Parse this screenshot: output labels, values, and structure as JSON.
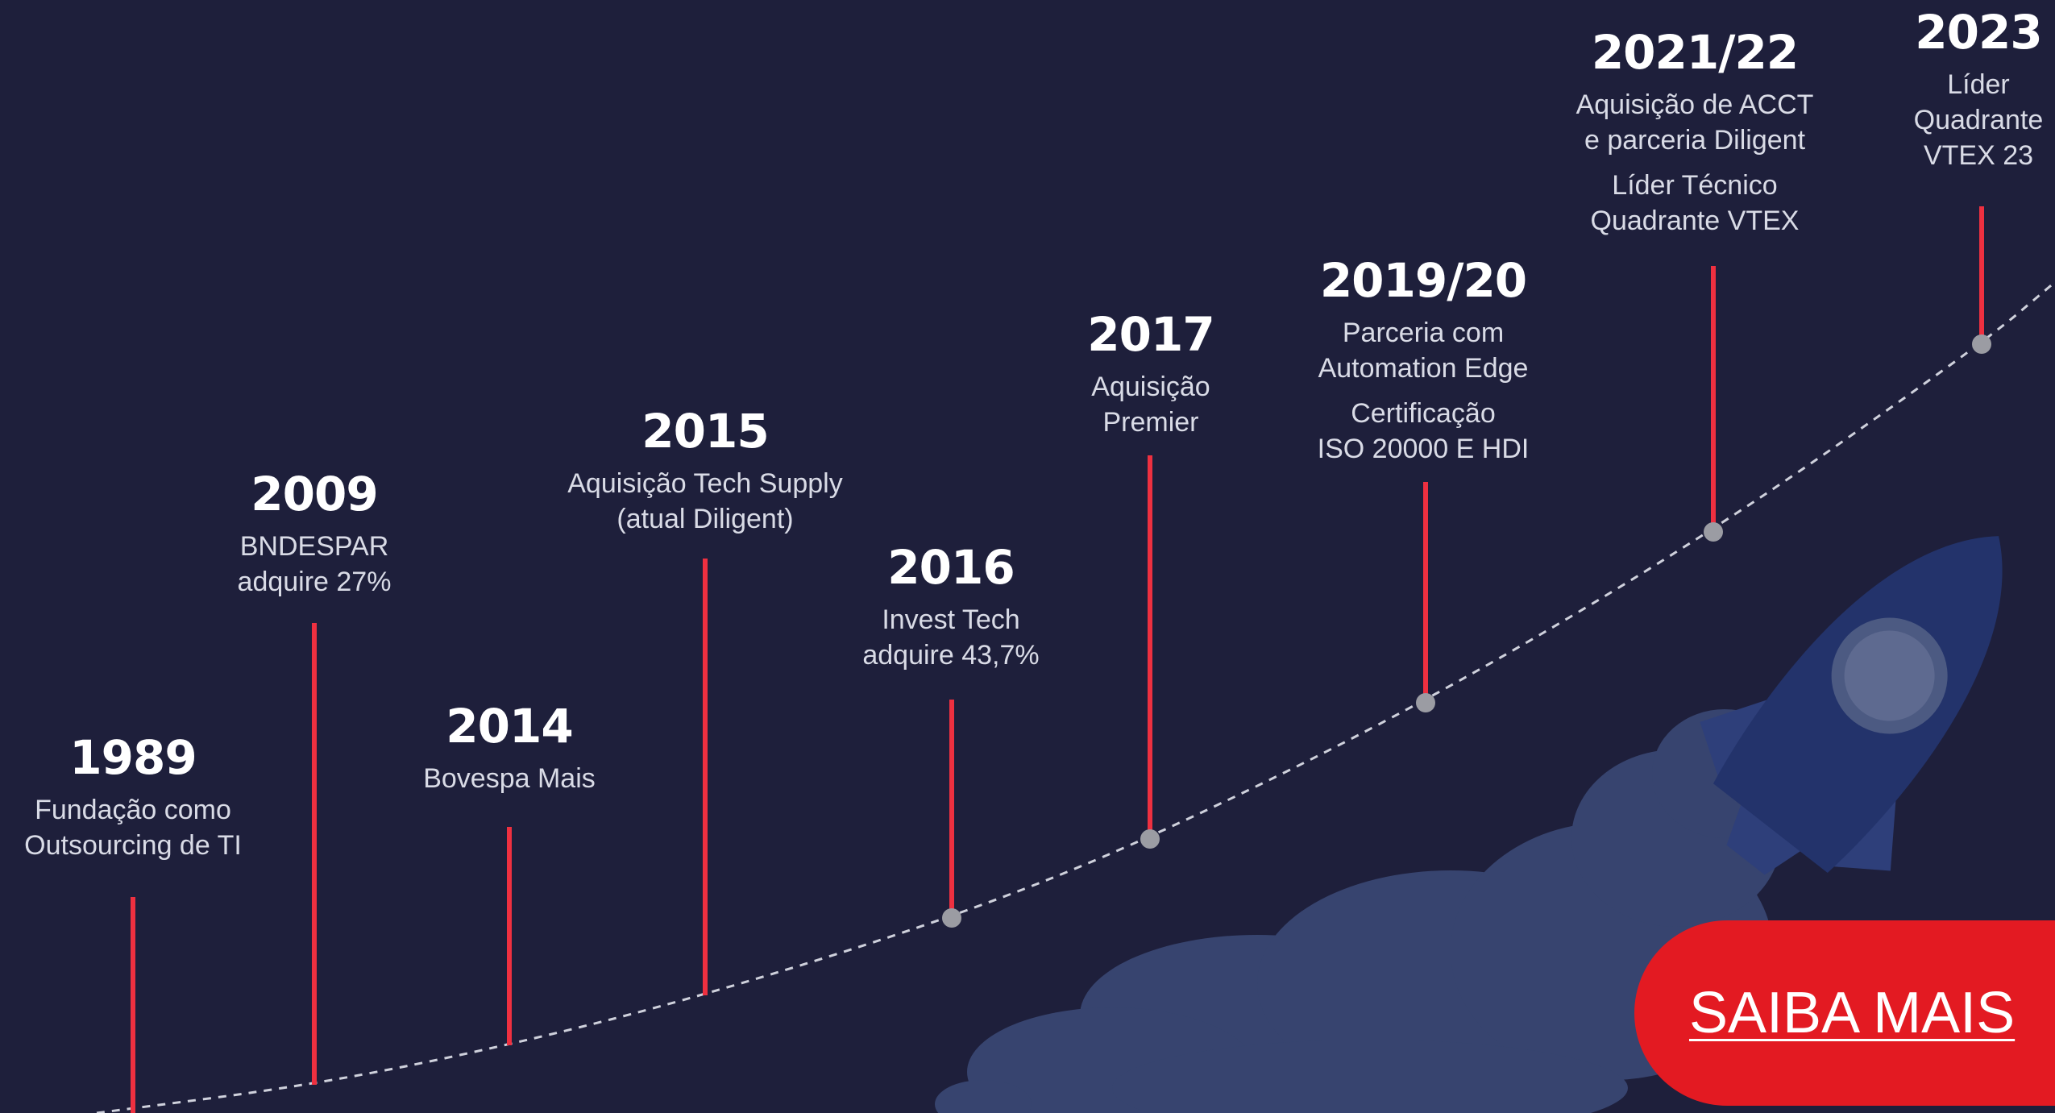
{
  "colors": {
    "background": "#1e1f3b",
    "stem": "#ee3040",
    "dot": "#9b9ca3",
    "cta": "#e31a22",
    "rocket": "#23336b",
    "smoke": "#37446f"
  },
  "milestones": [
    {
      "year": "1989",
      "lines": [
        "Fundação como",
        "Outsourcing de TI"
      ]
    },
    {
      "year": "2009",
      "lines": [
        "BNDESPAR",
        "adquire 27%"
      ]
    },
    {
      "year": "2014",
      "lines": [
        "Bovespa Mais"
      ]
    },
    {
      "year": "2015",
      "lines": [
        "Aquisição Tech Supply",
        "(atual Diligent)"
      ]
    },
    {
      "year": "2016",
      "lines": [
        "Invest Tech",
        "adquire 43,7%"
      ]
    },
    {
      "year": "2017",
      "lines": [
        "Aquisição",
        "Premier"
      ]
    },
    {
      "year": "2019/20",
      "lines": [
        "Parceria com",
        "Automation Edge"
      ],
      "lines2": [
        "Certificação",
        "ISO 20000 E HDI"
      ]
    },
    {
      "year": "2021/22",
      "lines": [
        "Aquisição de ACCT",
        "e parceria Diligent"
      ],
      "lines2": [
        "Líder Técnico",
        "Quadrante VTEX"
      ]
    },
    {
      "year": "2023",
      "lines": [
        "Líder",
        "Quadrante",
        "VTEX 23"
      ]
    }
  ],
  "cta": {
    "label": "SAIBA MAIS"
  },
  "icons": {
    "rocket": "rocket-illustration",
    "smoke": "smoke-cloud-illustration"
  }
}
